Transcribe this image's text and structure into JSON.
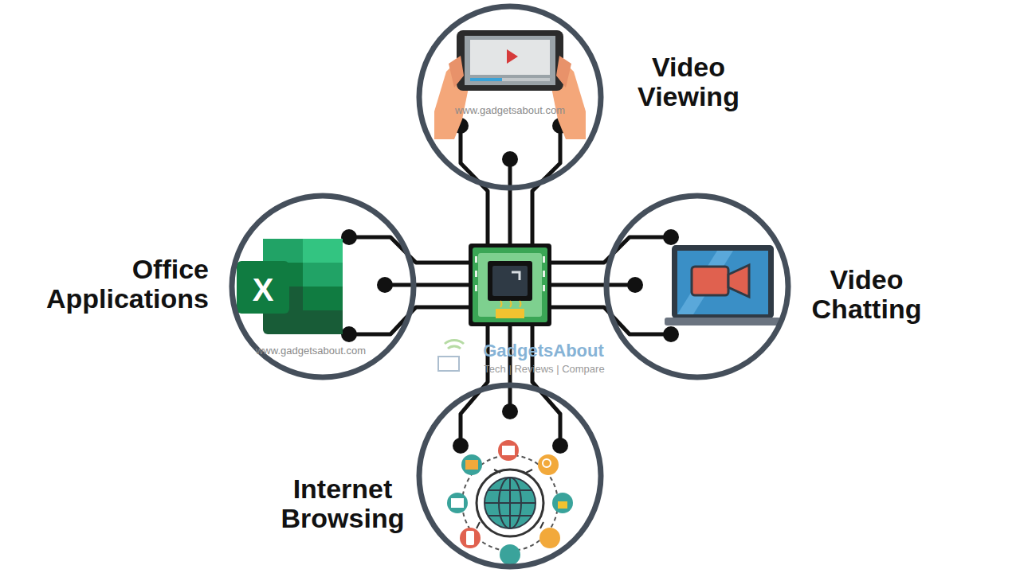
{
  "diagram": {
    "nodes": [
      {
        "text": [
          "Video Viewing"
        ]
      },
      {
        "text": [
          "Office Applications"
        ]
      },
      {
        "text": [
          "Video Chatting"
        ]
      },
      {
        "text": [
          "Internet Browsing"
        ]
      }
    ],
    "labels": [
      "www.gadgetsabout.com",
      "www.gadgetsabout.com",
      "X",
      "GadgetsAbout",
      "Tech | Reviews | Compare"
    ]
  }
}
